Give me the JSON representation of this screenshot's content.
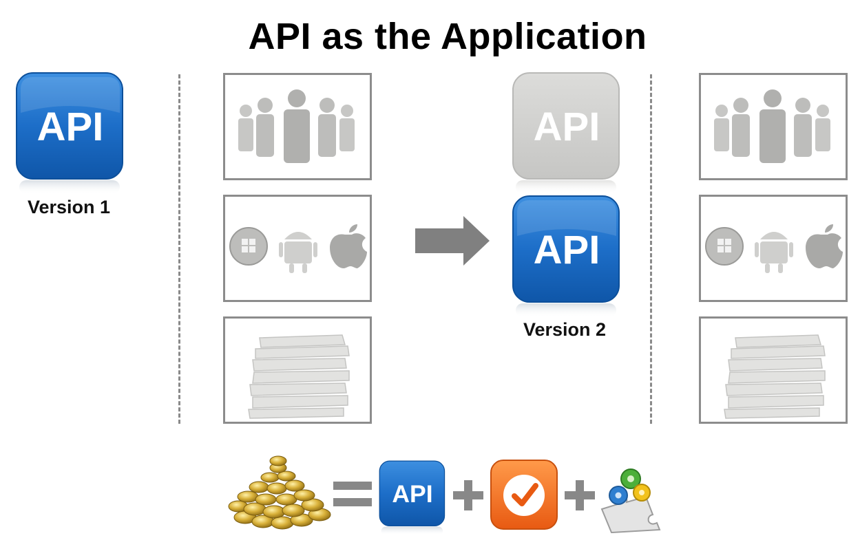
{
  "title": "API as the Application",
  "api_tile_label": "API",
  "version_1_label": "Version 1",
  "version_2_label": "Version 2",
  "equation": {
    "equals_symbol": "=",
    "plus_symbol": "+"
  },
  "colors": {
    "api_blue": "#1a6fc6",
    "api_grey": "#cfcfcd",
    "panel_border": "#8c8c8c",
    "arrow": "#808080",
    "checklist_orange": "#f06a1e",
    "coins_gold": "#c9a227"
  },
  "panels": {
    "left_column": [
      "people-icon",
      "platforms-icon",
      "books-icon"
    ],
    "right_column": [
      "people-icon",
      "platforms-icon",
      "books-icon"
    ]
  }
}
